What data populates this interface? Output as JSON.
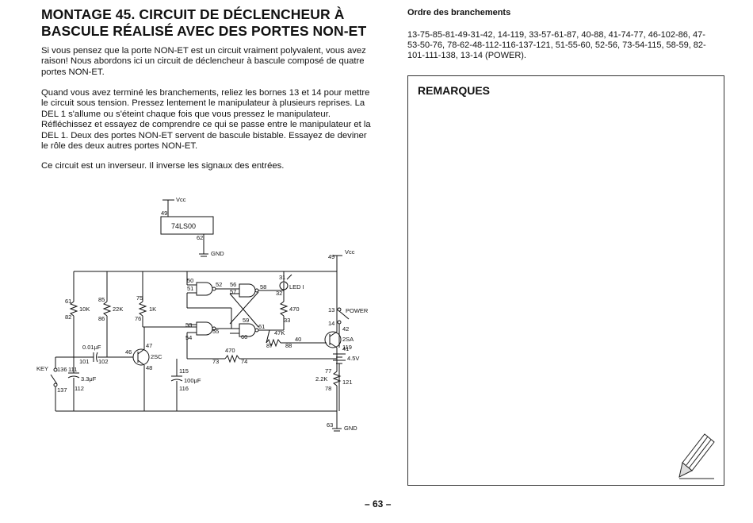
{
  "left": {
    "title": "MONTAGE 45. CIRCUIT DE DÉCLENCHEUR À BASCULE RÉALISÉ AVEC DES PORTES NON-ET",
    "paragraph1": "Si vous pensez que la porte NON-ET est un circuit vraiment polyvalent, vous avez raison! Nous abordons ici un circuit de déclencheur à bascule composé de quatre portes NON-ET.",
    "paragraph2": "Quand vous avez terminé les branchements, reliez les bornes 13 et 14 pour mettre le circuit sous tension. Pressez lentement le manipulateur à plusieurs reprises. La DEL 1 s'allume ou s'éteint chaque fois que vous pressez le manipulateur. Réfléchissez et essayez de comprendre ce qui se passe entre le manipulateur et la DEL 1. Deux des portes NON-ET servent de bascule bistable. Essayez de deviner le rôle des deux autres portes NON-ET.",
    "paragraph3": "Ce circuit est un inverseur. Il inverse les signaux des entrées."
  },
  "schematic": {
    "chip": "74LS00",
    "vcc": "Vcc",
    "gnd": "GND",
    "r_10k": "10K",
    "r_22k": "22K",
    "r_1k": "1K",
    "r_470a": "470",
    "r_47k": "47K",
    "r_470b": "470",
    "r_2k2": "2.2K",
    "c_001": "0.01μF",
    "c_33": "3.3μF",
    "c_100": "100μF",
    "t_2sc": "2SC",
    "t_2sa": "2SA",
    "led": "LED I",
    "key": "KEY",
    "power": "POWER",
    "battery": "4.5V",
    "pins": {
      "p49top": "49",
      "p62": "62",
      "p49r": "49",
      "p61l": "61",
      "p82": "82",
      "p85": "85",
      "p86": "86",
      "p75": "75",
      "p76": "76",
      "p50": "50",
      "p51": "51",
      "p52": "52",
      "p56": "56",
      "p57": "57",
      "p58": "58",
      "p53": "53",
      "p54": "54",
      "p55": "55",
      "p59": "59",
      "p60": "60",
      "p61g": "61",
      "p31": "31",
      "p32": "32",
      "p33": "33",
      "p87": "87",
      "p88": "88",
      "p42": "42",
      "p41": "41",
      "p40": "40",
      "p13": "13",
      "p14": "14",
      "p119": "119",
      "p121": "121",
      "p77": "77",
      "p78": "78",
      "p73": "73",
      "p74": "74",
      "p47": "47",
      "p46": "46",
      "p48": "48",
      "p101": "101",
      "p102": "102",
      "p111": "111",
      "p112": "112",
      "p115": "115",
      "p116": "116",
      "p136": "136",
      "p137": "137",
      "p63": "63"
    }
  },
  "right": {
    "heading": "Ordre des branchements",
    "connections": "13-75-85-81-49-31-42, 14-119, 33-57-61-87, 40-88, 41-74-77, 46-102-86, 47-53-50-76, 78-62-48-112-116-137-121, 51-55-60, 52-56, 73-54-115, 58-59, 82-101-111-138, 13-14 (POWER).",
    "remarks_title": "REMARQUES"
  },
  "page_number": "– 63 –"
}
